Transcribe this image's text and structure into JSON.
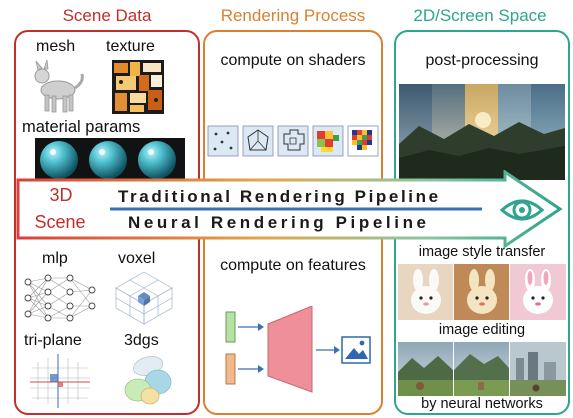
{
  "columns": {
    "scene": {
      "title": "Scene Data",
      "color": "#c0302b"
    },
    "render": {
      "title": "Rendering Process",
      "color": "#d9812f"
    },
    "screen": {
      "title": "2D/Screen Space",
      "color": "#2ea58c"
    }
  },
  "scene_panel": {
    "mesh": "mesh",
    "texture": "texture",
    "material": "material params",
    "mlp": "mlp",
    "voxel": "voxel",
    "triplane": "tri-plane",
    "gs3d": "3dgs"
  },
  "render_panel": {
    "top": "compute on shaders",
    "bottom": "compute on features"
  },
  "screen_panel": {
    "post": "post-processing",
    "style": "image style transfer",
    "editing": "image editing",
    "neural": "by neural networks"
  },
  "arrow": {
    "scene_line1": "3D",
    "scene_line2": "Scene",
    "traditional": "Traditional Rendering Pipeline",
    "neural": "Neural Rendering Pipeline",
    "eye_icon": "eye-icon"
  }
}
